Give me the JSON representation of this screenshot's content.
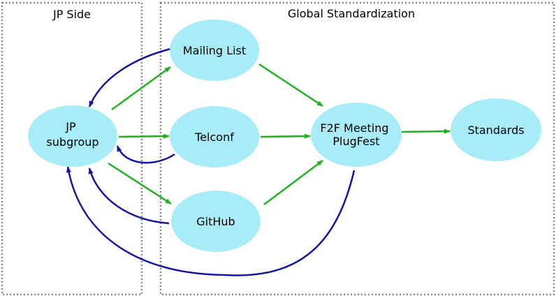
{
  "colors": {
    "node_fill": "#a8ecf8",
    "region_border": "#888888",
    "green_arrow": "#22b022",
    "blue_arrow": "#1414a0",
    "text": "#000000"
  },
  "regions": {
    "jp_side": {
      "title": "JP Side"
    },
    "global": {
      "title": "Global Standardization"
    }
  },
  "nodes": {
    "jp_subgroup": {
      "lines": [
        "JP",
        "subgroup"
      ]
    },
    "mailing_list": {
      "label": "Mailing List"
    },
    "telconf": {
      "label": "Telconf"
    },
    "github": {
      "label": "GitHub"
    },
    "f2f": {
      "lines": [
        "F2F Meeting",
        "PlugFest"
      ]
    },
    "standards": {
      "label": "Standards"
    }
  },
  "edges": [
    {
      "from": "JP subgroup",
      "to": "Mailing List",
      "type": "green"
    },
    {
      "from": "JP subgroup",
      "to": "Telconf",
      "type": "green"
    },
    {
      "from": "JP subgroup",
      "to": "GitHub",
      "type": "green"
    },
    {
      "from": "Mailing List",
      "to": "F2F Meeting PlugFest",
      "type": "green"
    },
    {
      "from": "Telconf",
      "to": "F2F Meeting PlugFest",
      "type": "green"
    },
    {
      "from": "GitHub",
      "to": "F2F Meeting PlugFest",
      "type": "green"
    },
    {
      "from": "F2F Meeting PlugFest",
      "to": "Standards",
      "type": "green"
    },
    {
      "from": "Mailing List",
      "to": "JP subgroup",
      "type": "blue"
    },
    {
      "from": "Telconf",
      "to": "JP subgroup",
      "type": "blue"
    },
    {
      "from": "GitHub",
      "to": "JP subgroup",
      "type": "blue"
    },
    {
      "from": "F2F Meeting PlugFest",
      "to": "JP subgroup",
      "type": "blue"
    }
  ]
}
